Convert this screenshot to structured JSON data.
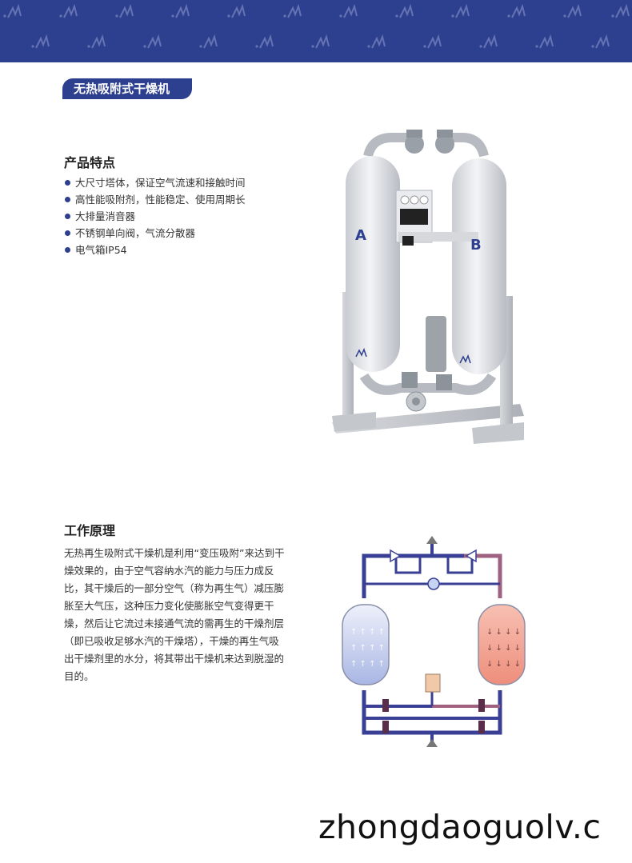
{
  "header": {
    "title": "无热吸附式干燥机"
  },
  "features": {
    "heading": "产品特点",
    "items": [
      "大尺寸塔体，保证空气流速和接触时间",
      "高性能吸附剂，性能稳定、使用周期长",
      "大排量消音器",
      "不锈钢单向阀，气流分散器",
      "电气箱IP54"
    ]
  },
  "product_image": {
    "tower_a": "A",
    "tower_b": "B"
  },
  "principle": {
    "heading": "工作原理",
    "text": "无热再生吸附式干燥机是利用“变压吸附”来达到干燥效果的，由于空气容纳水汽的能力与压力成反比，其干燥后的一部分空气（称为再生气）减压膨胀至大气压，这种压力变化使膨胀空气变得更干燥，然后让它流过未接通气流的需再生的干燥剂层（即已吸收足够水汽的干燥塔），干燥的再生气吸出干燥剂里的水分，将其带出干燥机来达到脱湿的目的。"
  },
  "footer": {
    "watermark": "zhongdaoguolv.c"
  },
  "colors": {
    "brand_blue": "#2d3f8f",
    "pipe_dry": "#3a3f96",
    "pipe_regen": "#a06080",
    "hot": "#f0a090",
    "cold": "#b8c4e8"
  }
}
